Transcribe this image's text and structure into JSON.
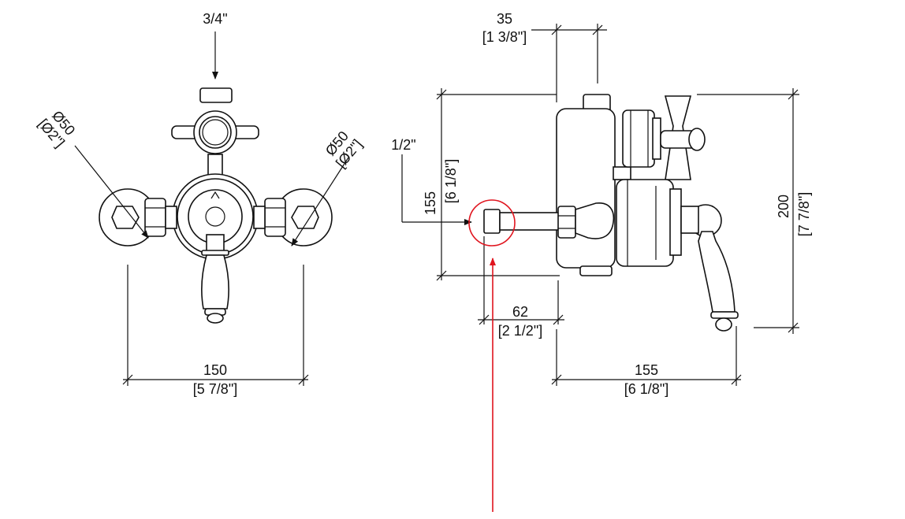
{
  "front_view": {
    "inlet_top": "3/4\"",
    "dia_left_mm": "Ø50",
    "dia_left_in": "[Ø2\"]",
    "dia_right_mm": "Ø50",
    "dia_right_in": "[Ø2\"]",
    "width_mm": "150",
    "width_in": "[5 7/8\"]"
  },
  "side_view": {
    "top_depth_mm": "35",
    "top_depth_in": "[1 3/8\"]",
    "outlet": "1/2\"",
    "outlet_height_mm": "155",
    "outlet_height_in": "[6 1/8\"]",
    "outlet_length_mm": "62",
    "outlet_length_in": "[2 1/2\"]",
    "body_height_mm": "200",
    "body_height_in": "[7 7/8\"]",
    "projection_mm": "155",
    "projection_in": "[6 1/8\"]"
  },
  "colors": {
    "line": "#111111",
    "highlight": "#e0141e"
  }
}
